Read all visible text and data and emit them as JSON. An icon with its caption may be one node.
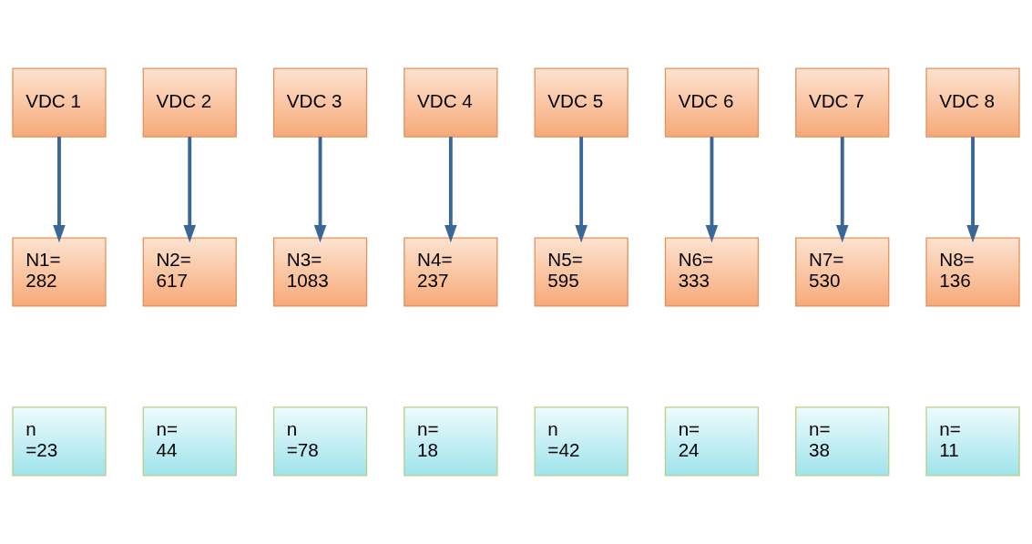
{
  "diagram": {
    "nodes": [
      {
        "text": [
          "VDC 1"
        ]
      },
      {
        "text": [
          "VDC 2"
        ]
      },
      {
        "text": [
          "VDC 3"
        ]
      },
      {
        "text": [
          "VDC 4"
        ]
      },
      {
        "text": [
          "VDC 5"
        ]
      },
      {
        "text": [
          "VDC 6"
        ]
      },
      {
        "text": [
          "VDC 7"
        ]
      },
      {
        "text": [
          "VDC 8"
        ]
      },
      {
        "text": [
          "N1= 282"
        ]
      },
      {
        "text": [
          "N2= 617"
        ]
      },
      {
        "text": [
          "N3= 1083"
        ]
      },
      {
        "text": [
          "N4= 237"
        ]
      },
      {
        "text": [
          "N5= 595"
        ]
      },
      {
        "text": [
          "N6= 333"
        ]
      },
      {
        "text": [
          "N7= 530"
        ]
      },
      {
        "text": [
          "N8= 136"
        ]
      },
      {
        "text": [
          "n =23"
        ]
      },
      {
        "text": [
          "n= 44"
        ]
      },
      {
        "text": [
          "n =78"
        ]
      },
      {
        "text": [
          "n= 18"
        ]
      },
      {
        "text": [
          "n =42"
        ]
      },
      {
        "text": [
          "n= 24"
        ]
      },
      {
        "text": [
          "n= 38"
        ]
      },
      {
        "text": [
          "n= 11"
        ]
      }
    ],
    "edges": [
      {
        "from": 0,
        "to": 8,
        "arrow": "to"
      },
      {
        "from": 1,
        "to": 9,
        "arrow": "to"
      },
      {
        "from": 2,
        "to": 10,
        "arrow": "to"
      },
      {
        "from": 3,
        "to": 11,
        "arrow": "to"
      },
      {
        "from": 4,
        "to": 12,
        "arrow": "to"
      },
      {
        "from": 5,
        "to": 13,
        "arrow": "to"
      },
      {
        "from": 6,
        "to": 14,
        "arrow": "to"
      },
      {
        "from": 7,
        "to": 15,
        "arrow": "to"
      }
    ]
  }
}
